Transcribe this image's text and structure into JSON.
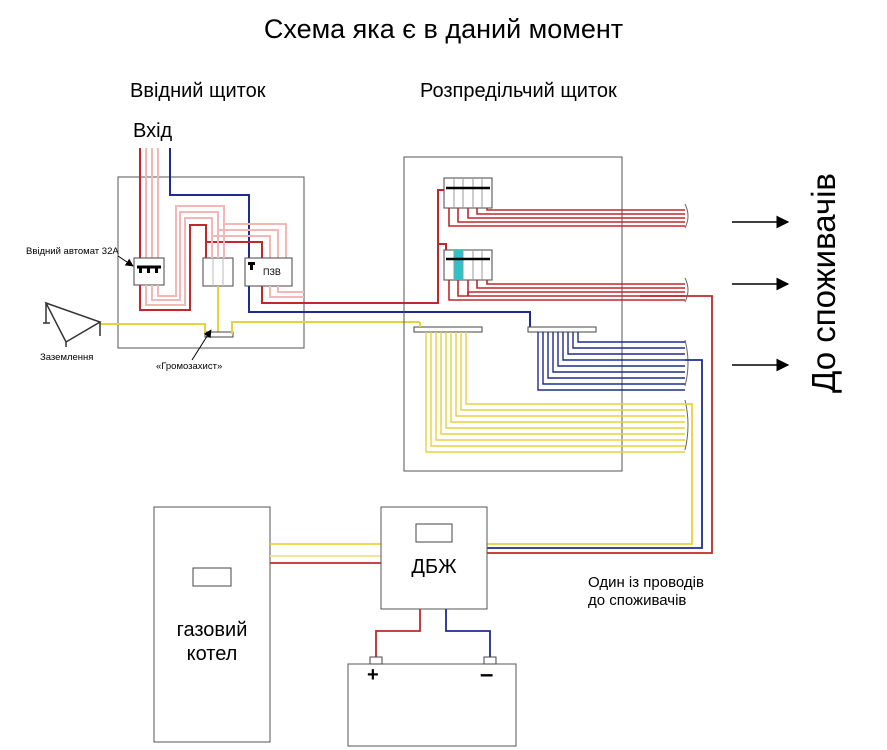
{
  "diagram": {
    "title": "Схема яка є в даний момент",
    "input_panel": {
      "heading": "Ввідний щиток",
      "input_label": "Вхід",
      "main_breaker_label": "Ввідний автомат 32А",
      "surge_protector_label": "«Громозахист»",
      "rcd_label": "ПЗВ",
      "grounding_label": "Заземлення"
    },
    "distribution_panel": {
      "heading": "Розпредільчий щиток"
    },
    "consumers_label": "До споживачів",
    "ups": {
      "label": "ДБЖ"
    },
    "boiler": {
      "label_line1": "газовий",
      "label_line2": "котел"
    },
    "wire_note": {
      "line1": "Один із проводів",
      "line2": "до споживачів"
    },
    "battery": {
      "plus": "+",
      "minus": "–"
    },
    "colors": {
      "phase": "#c0282d",
      "phase_light": "#f2b8b8",
      "neutral": "#1f2b8f",
      "ground": "#e8d23c",
      "ground_light": "#f3e08a",
      "outline": "#555555",
      "accent_breaker": "#29c3c9"
    }
  }
}
